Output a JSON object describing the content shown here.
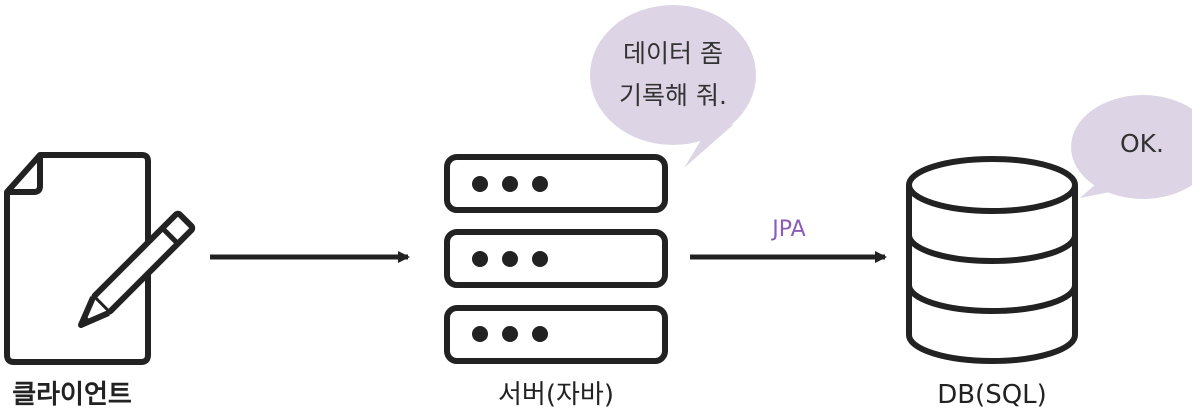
{
  "nodes": {
    "client": {
      "label": "클라이언트"
    },
    "server": {
      "label": "서버(자바)"
    },
    "database": {
      "label": "DB(SQL)"
    }
  },
  "edges": {
    "server_to_db": {
      "label": "JPA"
    }
  },
  "bubbles": {
    "server": {
      "line1": "데이터 좀",
      "line2": "기록해 줘."
    },
    "database": {
      "text": "OK."
    }
  },
  "icons": {
    "client": "document-pencil-icon",
    "server": "server-rack-icon",
    "database": "database-icon"
  },
  "colors": {
    "bubble_fill": "#ddd5e6",
    "edge_label": "#8b5cb8",
    "stroke": "#222222"
  }
}
